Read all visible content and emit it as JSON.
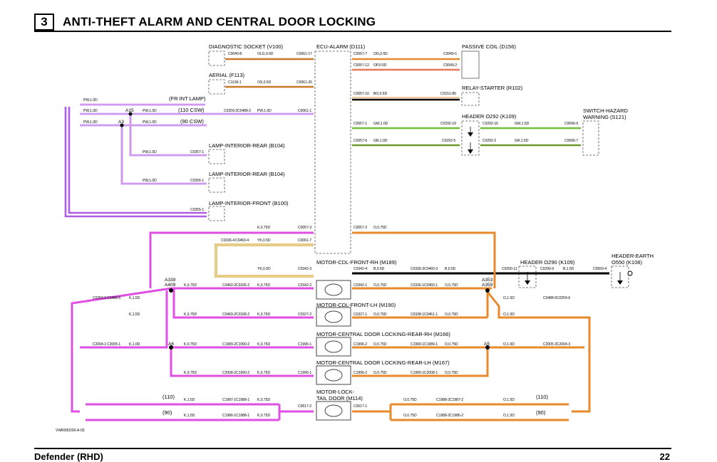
{
  "header": {
    "section": "3",
    "title": "ANTI-THEFT ALARM AND CENTRAL DOOR LOCKING"
  },
  "footer": {
    "left": "Defender (RHD)",
    "right": "22"
  },
  "ref_code": "VWR000200-A-03",
  "colors": {
    "purple": "#b05ce8",
    "magenta": "#e04fe4",
    "orange": "#e8892c",
    "salmon": "#e8785a",
    "olive_orange": "#c9782a",
    "gold": "#d9b24a",
    "green": "#6fbf3c",
    "dark_green": "#6f9a2a",
    "black": "#000000",
    "gray": "#777777"
  },
  "components": {
    "diag": "DIAGNOSTIC SOCKET (V100)",
    "aerial": "AERIAL (F113)",
    "ecu": "ECU-ALARM (D111)",
    "passive_coil": "PASSIVE COIL (D156)",
    "relay": "RELAY-STARTER (R102)",
    "header292": "HEADER O292 (K109)",
    "hazard1": "SWITCH-HAZARD",
    "hazard2": "WARNING (S121)",
    "lamp_rear1": "LAMP-INTERIOR-REAR (B104)",
    "lamp_rear2": "LAMP-INTERIOR-REAR (B104)",
    "lamp_front": "LAMP-INTERIOR-FRONT (B100)",
    "m189": "MOTOR-CDL-FRONT-RH (M189)",
    "m190": "MOTOR-CDL-FRONT-LH (M190)",
    "m166": "MOTOR-CENTRAL DOOR LOCKING-REAR-RH (M166)",
    "m167": "MOTOR-CENTRAL DOOR LOCKING-REAR-LH (M167)",
    "m114a": "MOTOR-LOCK-",
    "m114b": "TAIL DOOR (M114)",
    "header290": "HEADER O290 (K109)",
    "earth1": "HEADER-EARTH",
    "earth2": "O550 (K108)"
  },
  "labels": {
    "fr_int_lamp": "(FR INT LAMP)",
    "csw110": "(110 CSW)",
    "csw90": "(90 CSW)",
    "v110a": "(110)",
    "v90a": "(90)",
    "v110b": "(110)",
    "v90b": "(90)",
    "a15": "A15",
    "a3": "A3",
    "a339": "A339",
    "a409": "A409",
    "a6": "A6",
    "a353": "A353",
    "a359": "A359",
    "a5": "A5"
  },
  "conn": {
    "c0040_8": "C0040-8",
    "olg05": "OLG,0.5D",
    "c0061_17": "C0061-17",
    "c1136_1": "C1136-1",
    "os05": "OS,0.5D",
    "c0061_26": "C0061-26",
    "c0057_7": "C0057-7",
    "og05": "OG,0.5D",
    "c0049_1": "C0049-1",
    "c0057_12": "C0057-12",
    "op05": "OP,0.5D",
    "c0049_2": "C0049-2",
    "c0057_10": "C0057-10",
    "bo05": "BO,0.5D",
    "c0151_85": "C0151-85",
    "c0057_1": "C0057-1",
    "gw10": "GW,1.0D",
    "c0292_19": "C0292-19",
    "c0292_16": "C0292-16",
    "gw15": "GW,1.5D",
    "c0096_9": "C0096-9",
    "c0057_6": "C0057-6",
    "gr10": "GR,1.0D",
    "c0292_5": "C0292-5",
    "c0292_2": "C0292-2",
    "gr15": "GR,1.5D",
    "c0096_7": "C0096-7",
    "pw10a": "PW,1.0D",
    "pw10b": "PW,1.0D",
    "pw10c": "PW,1.0D",
    "pw10d": "PW,1.0D",
    "pw10e": "PW,1.0D",
    "pw10f": "PW,1.0D",
    "pw10g": "PW,1.0D",
    "pw10h": "PW,1.0D",
    "c0259_2": "C0259-2",
    "c0488_2": "C0488-2",
    "c0061_1": "C0061-1",
    "c0357_1": "C0357-1",
    "c0356_1": "C0356-1",
    "c0355_1": "C0355-1",
    "k075a": "K,0.75D",
    "c0057_3": "C0057-3",
    "c0057_2": "C0057-2",
    "o075a": "O,0.75D",
    "c0336_4": "C0336-4",
    "c0460_4": "C0460-4",
    "yk05a": "YK,0.5D",
    "c0061_7": "C0061-7",
    "yk05b": "YK,0.5D",
    "c0342_3": "C0342-3",
    "c0342_4": "C0342-4",
    "b05a": "B,0.5D",
    "c0336_3": "C0336-3",
    "c0460_3": "C0460-3",
    "b05b": "B,0.5D",
    "c0290_11": "C0290-11",
    "c0290_9": "C0290-9",
    "b15": "B,1.5D",
    "c0550_4": "C0550-4",
    "k075b": "K,0.75D",
    "c0460_2": "C0460-2",
    "c0336_2": "C0336-2",
    "k075c": "K,0.75D",
    "c0342_2": "C0342-2",
    "c0342_1": "C0342-1",
    "o075b": "O,0.75D",
    "c0336_1": "C0336-1",
    "c0460_1": "C0460-1",
    "o075c": "O,0.75D",
    "c0259_5": "C0259-5",
    "c0488_5": "C0488-5",
    "k15a": "K,1.5D",
    "o15a": "O,1.5D",
    "c0488_6": "C0488-6",
    "c0259_6": "C0259-6",
    "k15b": "K,1.5D",
    "k075d": "K,0.75D",
    "c0469_2": "C0469-2",
    "c0338_2": "C0338-2",
    "k075e": "K,0.75D",
    "c0327_2": "C0327-2",
    "c0327_1": "C0327-1",
    "o075d": "O,0.75D",
    "c0338_1": "C0338-1",
    "c0461_1": "C0461-1",
    "o075e": "O,0.75D",
    "o15b": "O,1.5D",
    "c2004_1": "C2004-1",
    "c2005_1": "C2005-1",
    "k10": "K,1.0D",
    "k075f": "K,0.75D",
    "c1989_2": "C1989-2",
    "c1990_2": "C1990-2",
    "k075g": "K,0.75D",
    "c1996_1": "C1996-1",
    "c1996_2": "C1996-2",
    "o075f": "O,0.75D",
    "c1990_1": "C1990-1",
    "c1989_1": "C1989-1",
    "o075g": "O,0.75D",
    "o10": "O,1.0D",
    "c2005_3": "C2005-3",
    "c2004_3": "C2004-3",
    "k075h": "K,0.75D",
    "c2008_2": "C2008-2",
    "c1990_2b": "C1990-2",
    "k075i": "K,0.75D",
    "c1996_1b": "C1996-1",
    "c1996_2b": "C1996-2",
    "o075h": "O,0.75D",
    "c1990_1b": "C1990-1",
    "c2008_1": "C2008-1",
    "o075i": "O,0.75D",
    "k15c": "K,1.5D",
    "c1987_1": "C1987-1",
    "c1988_1": "C1988-1",
    "k075j": "K,0.75D",
    "o075j": "O,0.75D",
    "c1988_2": "C1988-2",
    "c1987_2": "C1987-2",
    "o15c": "O,1.5D",
    "k15d": "K,1.5D",
    "c1986_1": "C1986-1",
    "c1988_1b": "C1988-1",
    "k075k": "K,0.75D",
    "c0617_2": "C0617-2",
    "c0617_1": "C0617-1",
    "o075k": "O,0.75D",
    "c1988_2b": "C1988-2",
    "c1986_2": "C1986-2",
    "o15d": "O,1.5D"
  }
}
